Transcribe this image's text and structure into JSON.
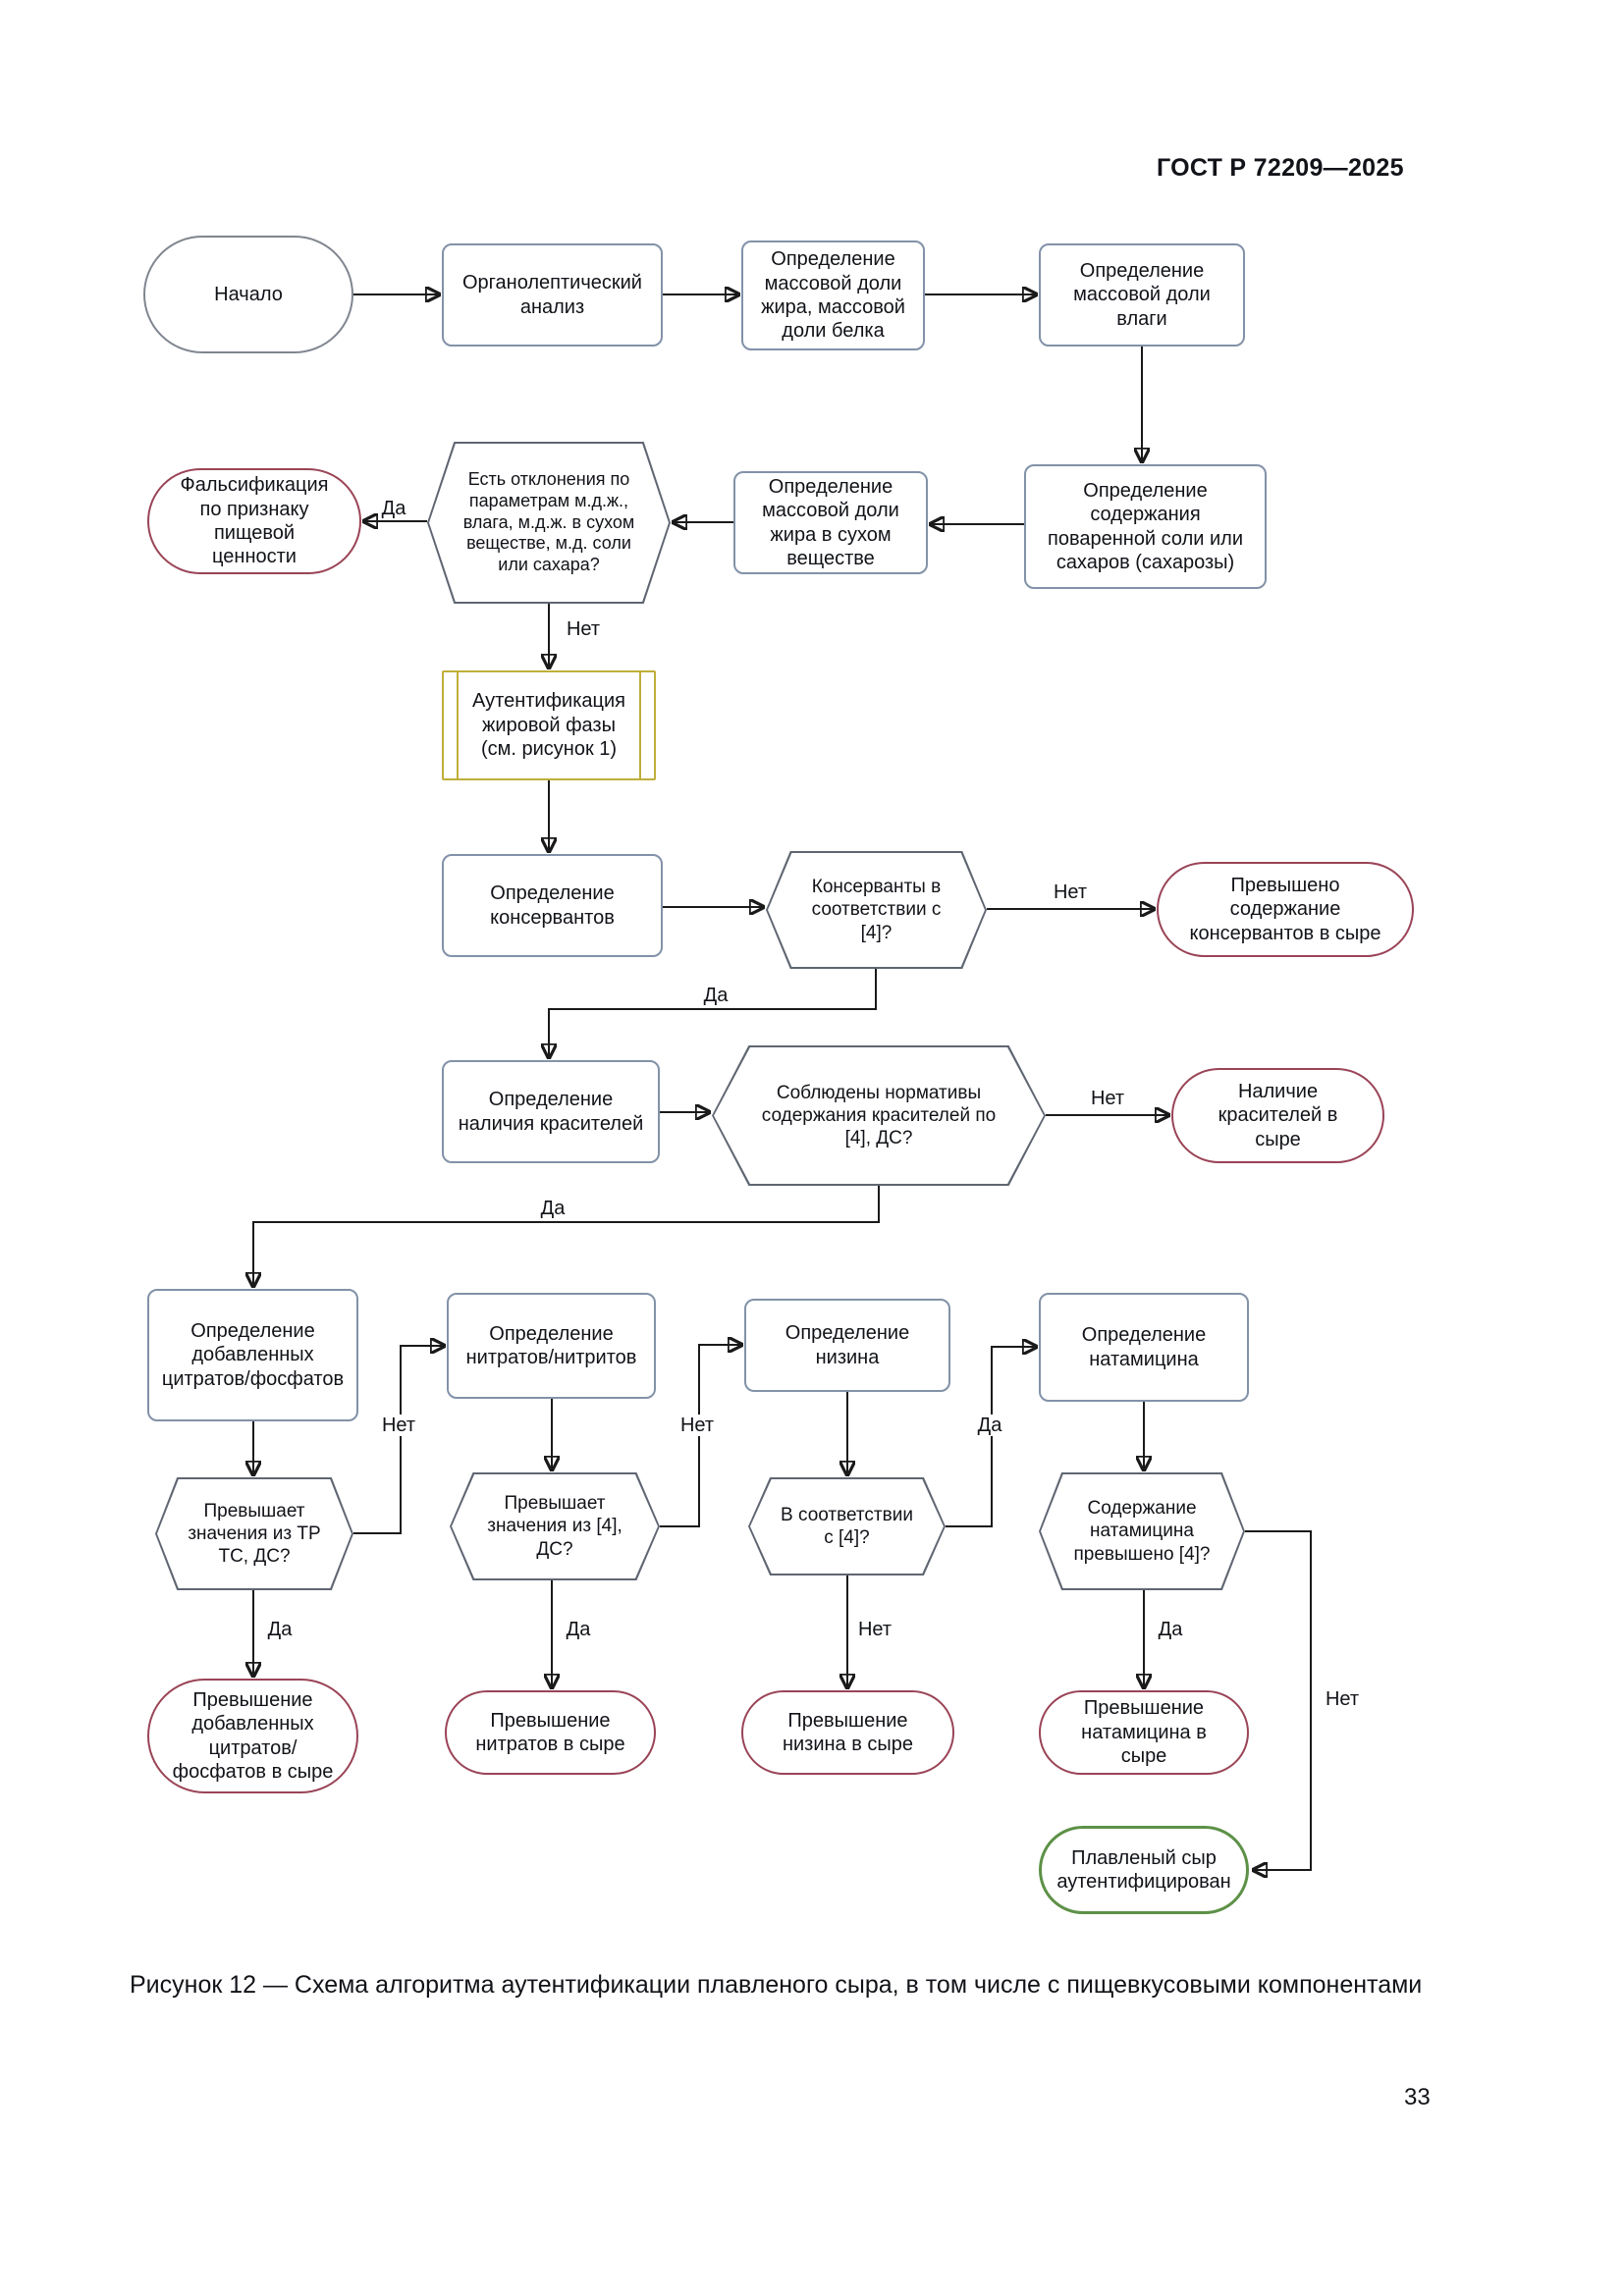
{
  "page": {
    "header": "ГОСТ Р 72209—2025",
    "caption": "Рисунок 12 — Схема алгоритма аутентификации плавленого сыра, в том числе с пищевкусовыми компонентами",
    "page_number": "33"
  },
  "labels": {
    "yes": "Да",
    "no": "Нет"
  },
  "colors": {
    "line": "#1a1a1a",
    "process_border": "#8292a8",
    "decision_border": "#5f6672",
    "terminal_red": "#9a4457",
    "terminal_green": "#5d9147",
    "predefined_yellow": "#bfae3a"
  },
  "nodes": {
    "start": "Начало",
    "organoleptic": "Органолептический анализ",
    "fat_protein": "Определение массовой доли жира, массовой доли белка",
    "moisture": "Определение массовой доли влаги",
    "salt_sugar": "Определение содержания поваренной соли или сахаров (сахарозы)",
    "fat_dry": "Определение массовой доли жира в сухом веществе",
    "deviation_check": "Есть отклонения по параметрам м.д.ж., влага, м.д.ж. в сухом веществе, м.д. соли или сахара?",
    "falsification": "Фальсификация по признаку пищевой ценности",
    "fat_phase_auth": "Аутентификация жировой фазы (см. рисунок 1)",
    "preservatives": "Определение консервантов",
    "preservatives_check": "Консерванты в соответствии с [4]?",
    "preservatives_exceeded": "Превышено содержание консервантов в сыре",
    "colorants": "Определение наличия красителей",
    "colorants_check": "Соблюдены нормативы содержания красителей по [4], ДС?",
    "colorants_present": "Наличие красителей в сыре",
    "citrates": "Определение добавленных цитратов/фосфатов",
    "nitrates": "Определение нитратов/нитритов",
    "nisin": "Определение низина",
    "natamycin": "Определение натамицина",
    "citrates_check": "Превышает значения из ТР ТС, ДС?",
    "nitrates_check": "Превышает значения из [4], ДС?",
    "nisin_check": "В соответствии с [4]?",
    "natamycin_check": "Содержание натамицина превышено [4]?",
    "citrates_exceeded": "Превышение добавленных цитратов/фосфатов в сыре",
    "nitrates_exceeded": "Превышение нитратов в сыре",
    "nisin_exceeded": "Превышение низина в сыре",
    "natamycin_exceeded": "Превышение натамицина в сыре",
    "authenticated": "Плавленый сыр аутентифицирован"
  }
}
